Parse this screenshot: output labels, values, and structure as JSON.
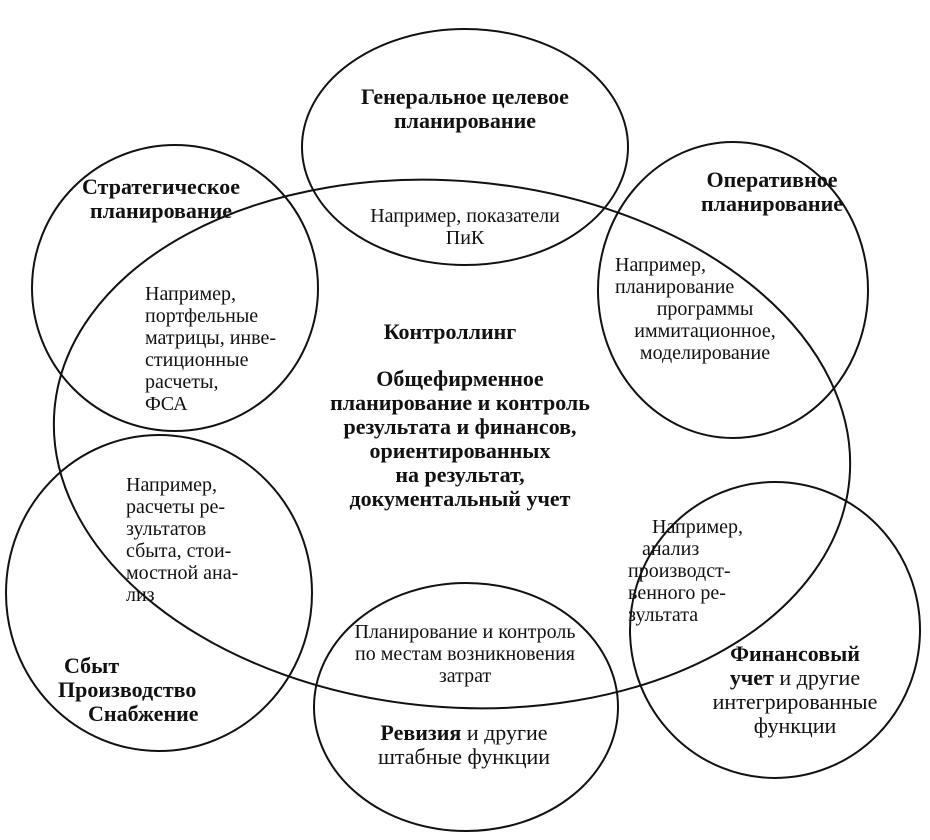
{
  "diagram": {
    "center": {
      "title": "Контроллинг",
      "lines": [
        "Общефирменное",
        "планирование и контроль",
        "результата и финансов,",
        "ориентированных",
        "на результат,",
        "документальный учет"
      ]
    },
    "general": {
      "title": [
        "Генеральное целевое",
        "планирование"
      ],
      "example": [
        "Например, показатели",
        "ПиК"
      ]
    },
    "strategic": {
      "title": [
        "Стратегическое",
        "планирование"
      ],
      "example": [
        "Например,",
        "портфельные",
        "матрицы, инве-",
        "стиционные",
        "расчеты,",
        "ФСА"
      ]
    },
    "operative": {
      "title": [
        "Оперативное",
        "планирование"
      ],
      "example": [
        "Например,",
        "планирование",
        "программы",
        "иммитационное,",
        "моделирование"
      ]
    },
    "sales": {
      "title": [
        "Сбыт",
        "Производство",
        "Снабжение"
      ],
      "example": [
        "Например,",
        "расчеты ре-",
        "зультатов",
        "сбыта, стои-",
        "мостной ана-",
        "лиз"
      ]
    },
    "revision": {
      "example": [
        "Планирование и контроль",
        "по местам возникновения",
        "затрат"
      ],
      "title_bold": "Ревизия",
      "title_rest": " и другие",
      "title_line2": "штабные функции"
    },
    "finance": {
      "example": [
        "Например,",
        "анализ",
        "производст-",
        "венного ре-",
        "зультата"
      ],
      "title_line1": "Финансовый",
      "title_bold2": "учет",
      "title_rest2": " и другие",
      "title_line3": "интегрированные",
      "title_line4": "функции"
    }
  }
}
